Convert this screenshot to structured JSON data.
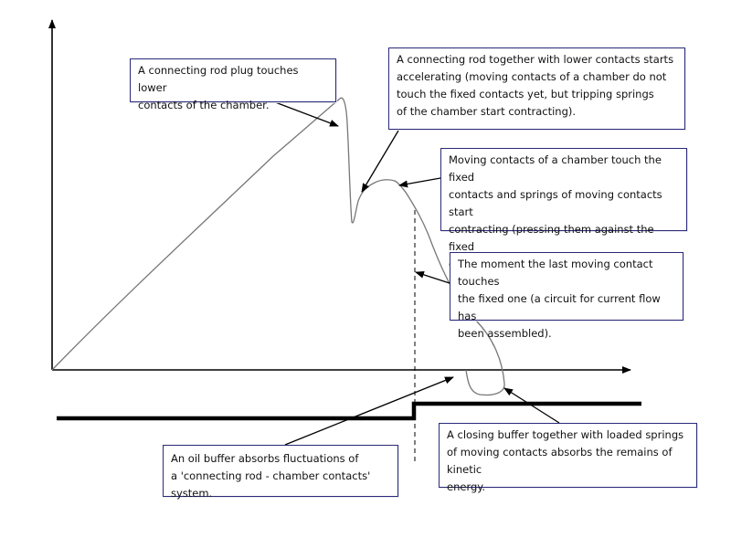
{
  "callouts": {
    "rod_plug": "A connecting rod plug touches lower\ncontacts of the chamber.",
    "rod_accelerating": "A connecting rod together with lower contacts starts\naccelerating (moving contacts of a chamber do not\ntouch the fixed contacts yet, but tripping springs\nof the chamber start contracting).",
    "contacts_touch": "Moving contacts of a chamber touch the fixed\ncontacts and springs of moving contacts start\ncontracting (pressing them against the fixed\nones).",
    "last_contact": "The moment the last moving contact touches\nthe fixed one (a circuit for current flow has\n been assembled).",
    "oil_buffer": "An oil buffer absorbs fluctuations of\na 'connecting rod - chamber contacts' system.",
    "closing_buffer": "A closing buffer together with loaded springs\nof moving contacts absorbs the remains of kinetic\nenergy."
  },
  "colors": {
    "box_border": "#2a2a7a",
    "curve": "#777777",
    "axes": "#000000",
    "step_signal": "#000000"
  }
}
